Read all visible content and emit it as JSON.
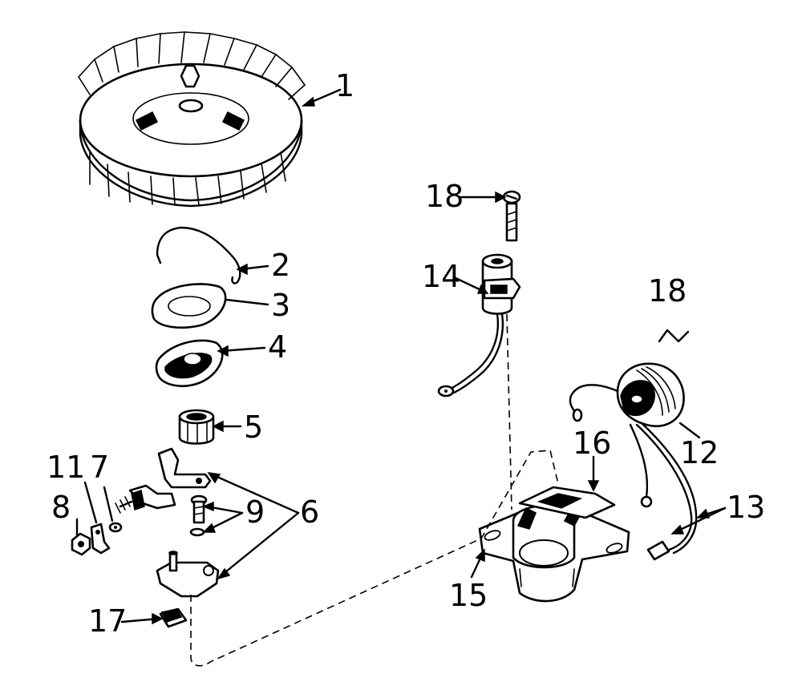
{
  "diagram": {
    "callouts": [
      {
        "id": "1",
        "text": "1"
      },
      {
        "id": "2",
        "text": "2"
      },
      {
        "id": "3",
        "text": "3"
      },
      {
        "id": "4",
        "text": "4"
      },
      {
        "id": "5",
        "text": "5"
      },
      {
        "id": "6",
        "text": "6"
      },
      {
        "id": "7",
        "text": "7"
      },
      {
        "id": "8",
        "text": "8"
      },
      {
        "id": "9",
        "text": "9"
      },
      {
        "id": "11",
        "text": "11"
      },
      {
        "id": "12",
        "text": "12"
      },
      {
        "id": "13",
        "text": "13"
      },
      {
        "id": "14",
        "text": "14"
      },
      {
        "id": "15",
        "text": "15"
      },
      {
        "id": "16",
        "text": "16"
      },
      {
        "id": "17",
        "text": "17"
      },
      {
        "id": "18a",
        "text": "18"
      },
      {
        "id": "18b",
        "text": "18"
      }
    ],
    "parts": [
      {
        "callout": "1",
        "icon": "flywheel-icon"
      },
      {
        "callout": "2",
        "icon": "wire-spring-icon"
      },
      {
        "callout": "3",
        "icon": "cover-gasket-icon"
      },
      {
        "callout": "4",
        "icon": "breaker-cover-icon"
      },
      {
        "callout": "5",
        "icon": "cam-sleeve-icon"
      },
      {
        "callout": "6",
        "icon": "breaker-points-icon"
      },
      {
        "callout": "7",
        "icon": "washer-icon"
      },
      {
        "callout": "8",
        "icon": "nut-icon"
      },
      {
        "callout": "9",
        "icon": "screw-icon"
      },
      {
        "callout": "11",
        "icon": "terminal-lug-icon"
      },
      {
        "callout": "12",
        "icon": "ignition-coil-icon"
      },
      {
        "callout": "13",
        "icon": "coil-leads-icon"
      },
      {
        "callout": "14",
        "icon": "condenser-icon"
      },
      {
        "callout": "15",
        "icon": "stator-bracket-icon"
      },
      {
        "callout": "16",
        "icon": "bracket-slot-icon"
      },
      {
        "callout": "17",
        "icon": "felt-pad-icon"
      },
      {
        "callout": "18",
        "icon": "screw-icon"
      }
    ]
  }
}
